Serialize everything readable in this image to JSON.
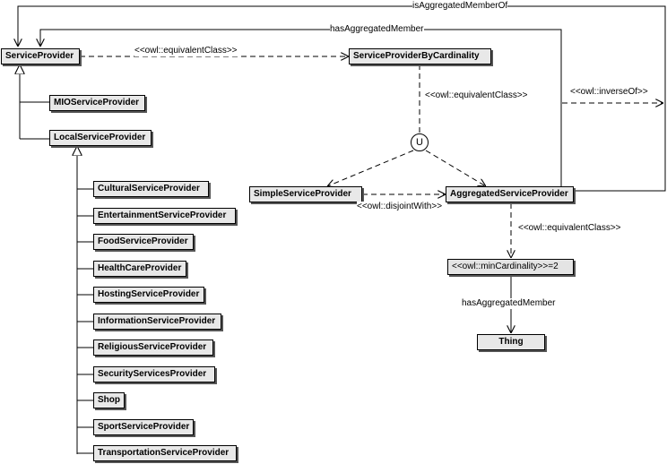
{
  "diagram": {
    "classes": {
      "service_provider": "ServiceProvider",
      "service_provider_by_cardinality": "ServiceProviderByCardinality",
      "mio_service_provider": "MIOServiceProvider",
      "local_service_provider": "LocalServiceProvider",
      "simple_service_provider": "SimpleServiceProvider",
      "aggregated_service_provider": "AggregatedServiceProvider",
      "thing": "Thing",
      "local_subclasses": [
        "CulturalServiceProvider",
        "EntertainmentServiceProvider",
        "FoodServiceProvider",
        "HealthCareProvider",
        "HostingServiceProvider",
        "InformationServiceProvider",
        "ReligiousServiceProvider",
        "SecurityServicesProvider",
        "Shop",
        "SportServiceProvider",
        "TransportationServiceProvider"
      ]
    },
    "restriction": "<<owl::minCardinality>>=2",
    "union_symbol": "U",
    "labels": {
      "is_aggregated_member_of": "isAggregatedMemberOf",
      "has_aggregated_member_top": "hasAggregatedMember",
      "equivalent_class_top": "<<owl::equivalentClass>>",
      "equivalent_class_mid": "<<owl::equivalentClass>>",
      "inverse_of": "<<owl::inverseOf>>",
      "disjoint_with": "<<owl::disjointWith>>",
      "equivalent_class_bottom": "<<owl::equivalentClass>>",
      "has_aggregated_member_bottom": "hasAggregatedMember"
    }
  }
}
